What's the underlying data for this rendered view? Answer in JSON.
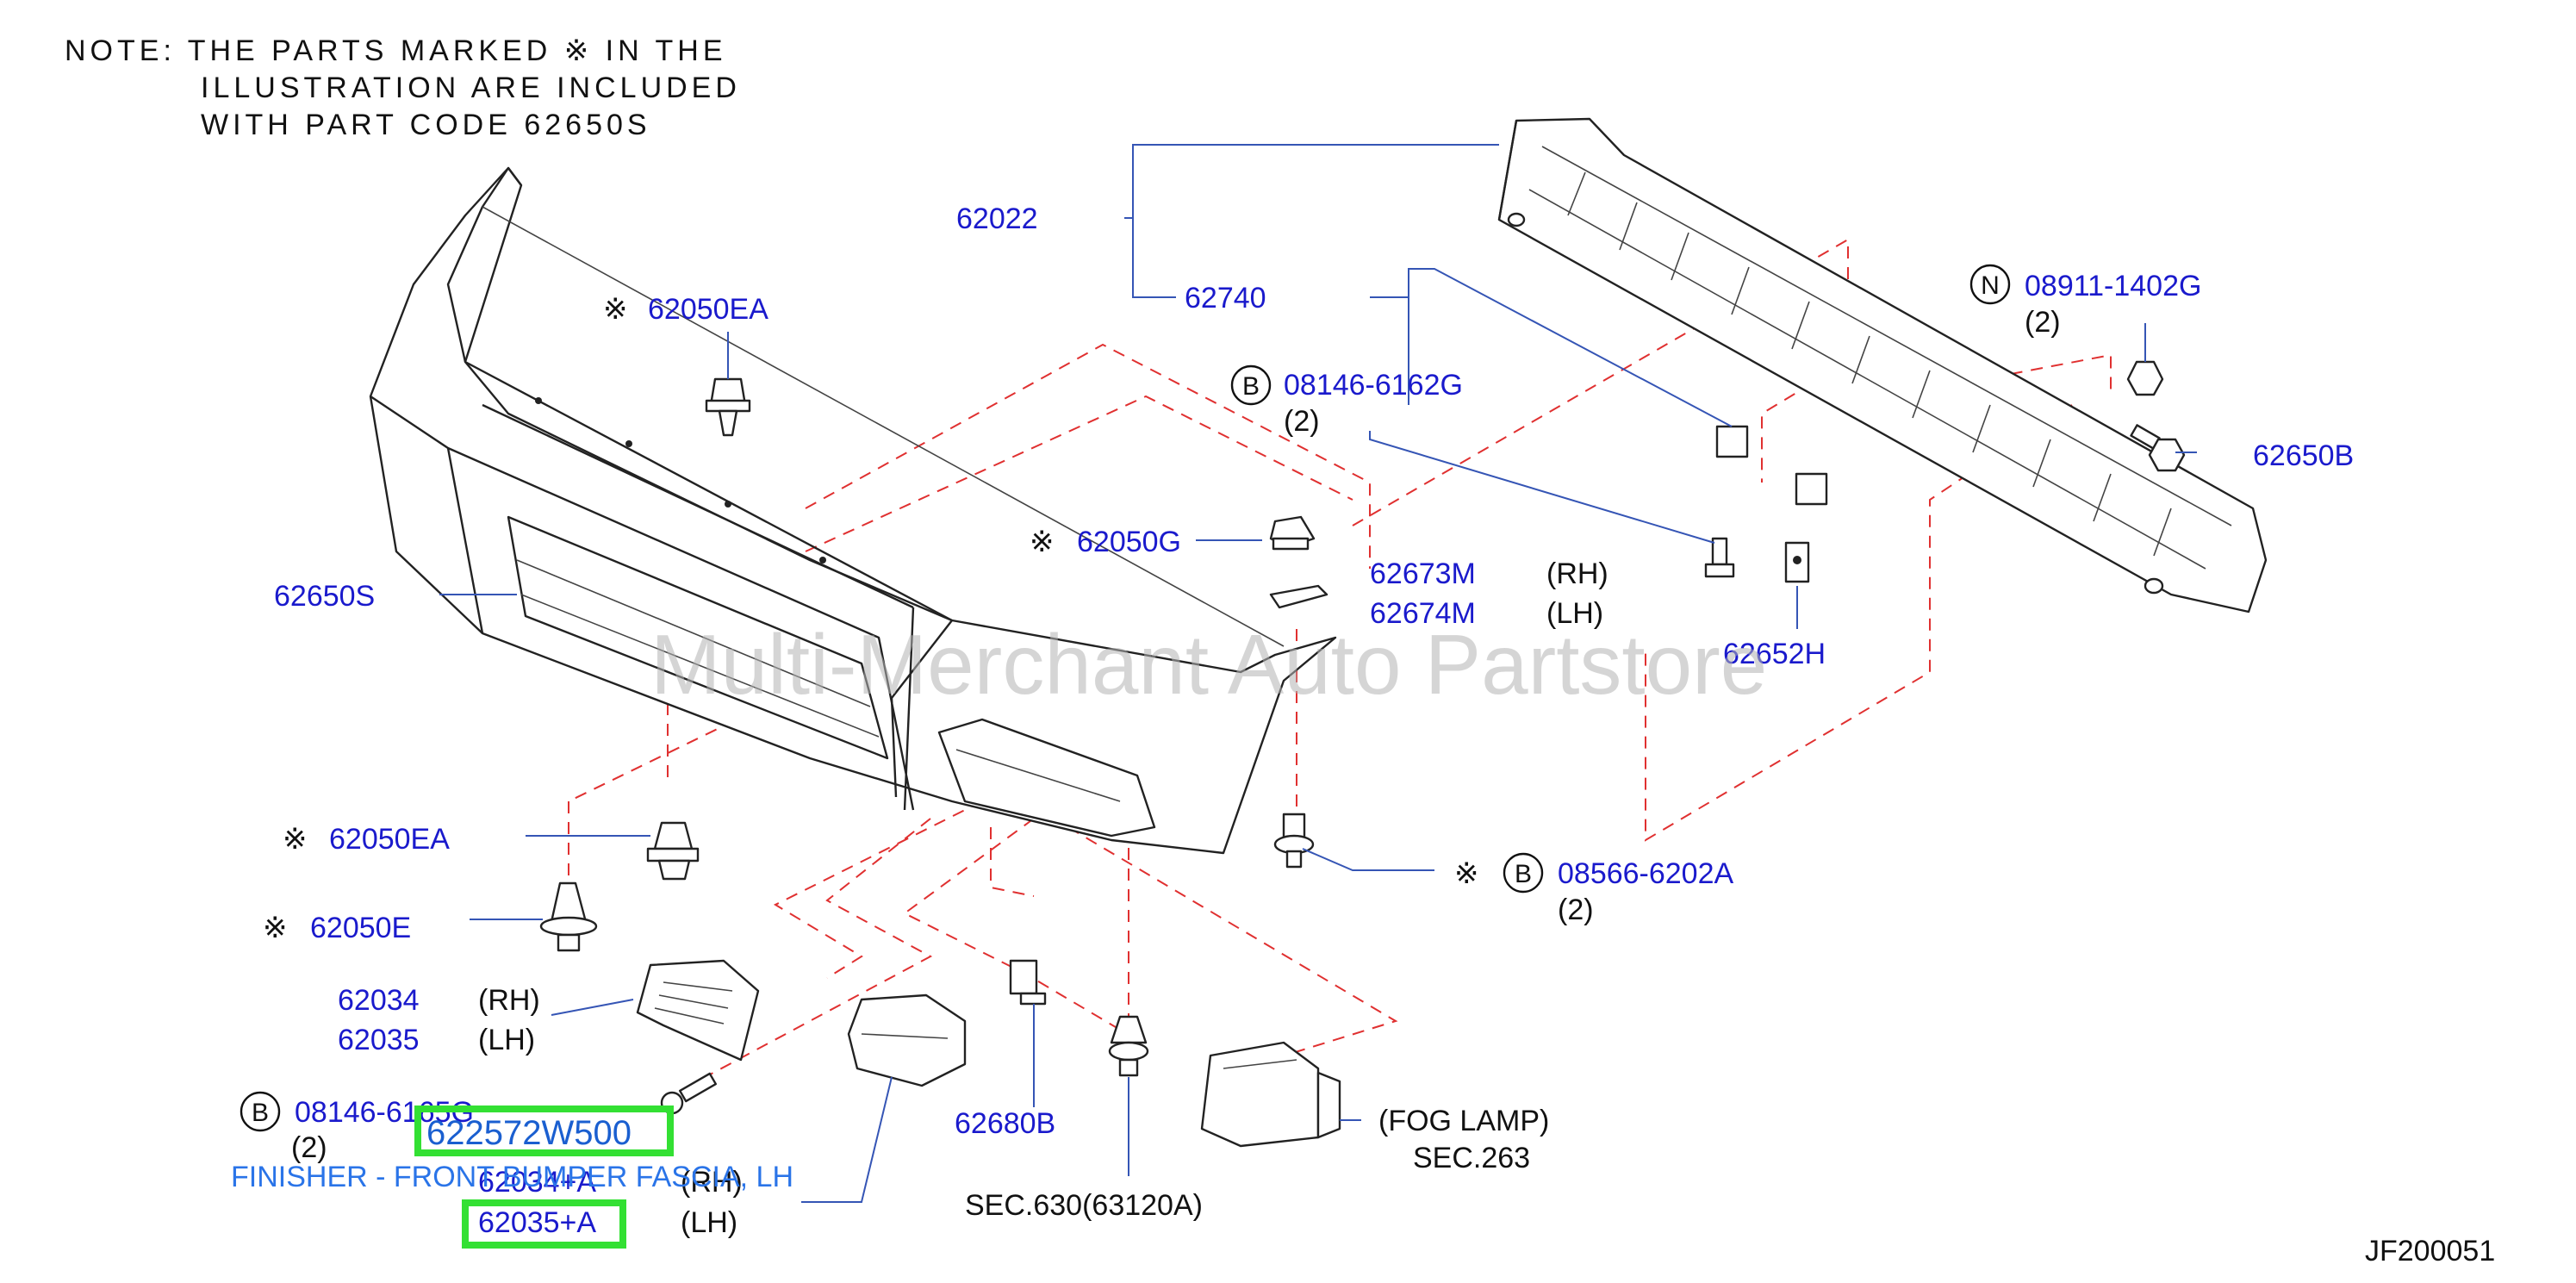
{
  "note": {
    "line1": "NOTE:  THE  PARTS  MARKED  ※   IN  THE",
    "line2": "ILLUSTRATION  ARE  INCLUDED",
    "line3": "WITH  PART  CODE  62650S"
  },
  "labels": {
    "p62022": "62022",
    "p62740": "62740",
    "p62050EA_top": "62050EA",
    "p08146_6162G": "08146-6162G",
    "qty_6162G": "(2)",
    "p08911_1402G": "08911-1402G",
    "qty_1402G": "(2)",
    "p62650B": "62650B",
    "p62050G": "62050G",
    "p62673M": "62673M",
    "rh_62673M": "(RH)",
    "p62674M": "62674M",
    "lh_62674M": "(LH)",
    "p62652H": "62652H",
    "p62650S": "62650S",
    "p62050EA_low": "62050EA",
    "p62050E": "62050E",
    "p08566_6202A": "08566-6202A",
    "qty_6202A": "(2)",
    "p62034": "62034",
    "rh_62034": "(RH)",
    "p62035": "62035",
    "lh_62035": "(LH)",
    "p08146_6165G": "08146-6165G",
    "qty_6165G": "(2)",
    "p62034A": "62034+A",
    "rh_62034A": "(RH)",
    "p62035A": "62035+A",
    "lh_62035A": "(LH)",
    "p62680B": "62680B",
    "fog_lamp": "(FOG  LAMP)",
    "sec263": "SEC.263",
    "sec630": "SEC.630(63120A)",
    "code": "JF200051"
  },
  "symbols": {
    "kome": "※",
    "circle_b": "B",
    "circle_n": "N"
  },
  "highlight": {
    "part_number": "622572W500",
    "description": "FINISHER - FRONT BUMPER FASCIA, LH",
    "box_color": "#33e033"
  },
  "watermark": "Multi-Merchant Auto Partstore",
  "colors": {
    "label": "#1a1acc",
    "leader": "#3555b5",
    "dashed_guides": "#e03030",
    "highlight_text": "#1a5fd0"
  }
}
